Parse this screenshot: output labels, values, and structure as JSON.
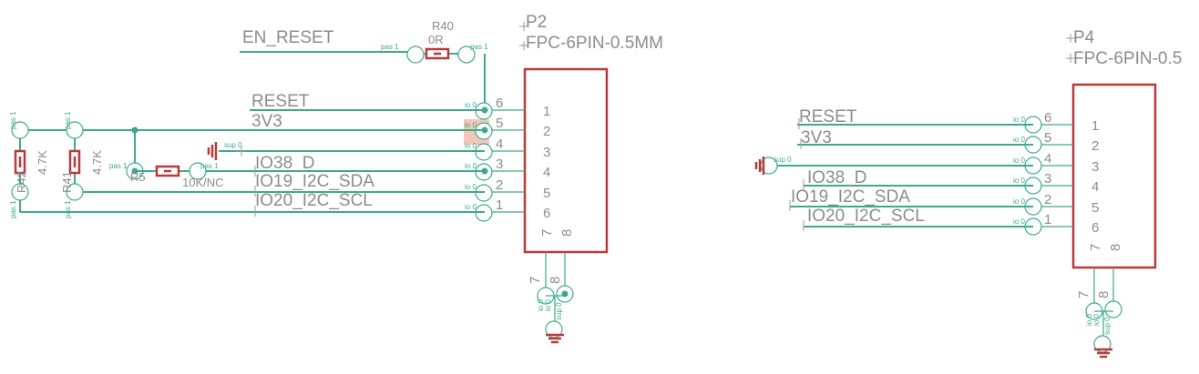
{
  "left_connector": {
    "ref": "P2",
    "value": "FPC-6PIN-0.5MM",
    "body_pins": [
      "1",
      "2",
      "3",
      "4",
      "5",
      "6"
    ],
    "outside_pins": [
      "6",
      "5",
      "4",
      "3",
      "2",
      "1"
    ],
    "bottom_pins": [
      "7",
      "8"
    ]
  },
  "right_connector": {
    "ref": "P4",
    "value": "FPC-6PIN-0.5",
    "body_pins": [
      "1",
      "2",
      "3",
      "4",
      "5",
      "6"
    ],
    "outside_pins": [
      "6",
      "5",
      "4",
      "3",
      "2",
      "1"
    ],
    "bottom_pins": [
      "7",
      "8"
    ]
  },
  "nets": {
    "en_reset": "EN_RESET",
    "reset": "RESET",
    "v3v3": "3V3",
    "io38": "IO38_D",
    "io19": "IO19_I2C_SDA",
    "io20": "IO20_I2C_SCL"
  },
  "components": {
    "r40": {
      "ref": "R40",
      "value": "0R"
    },
    "r5": {
      "ref": "R5",
      "value": "10K/NC"
    },
    "r42": {
      "ref": "R42",
      "value": "4.7K"
    },
    "r41": {
      "ref": "R41",
      "value": "4.7K"
    }
  },
  "pin_tags": {
    "io": "io 0",
    "pas": "pas 1",
    "sup": "sup 0"
  },
  "colors": {
    "wire": "#3daa8a",
    "part": "#b83a3a",
    "text": "#8c8c8c"
  }
}
